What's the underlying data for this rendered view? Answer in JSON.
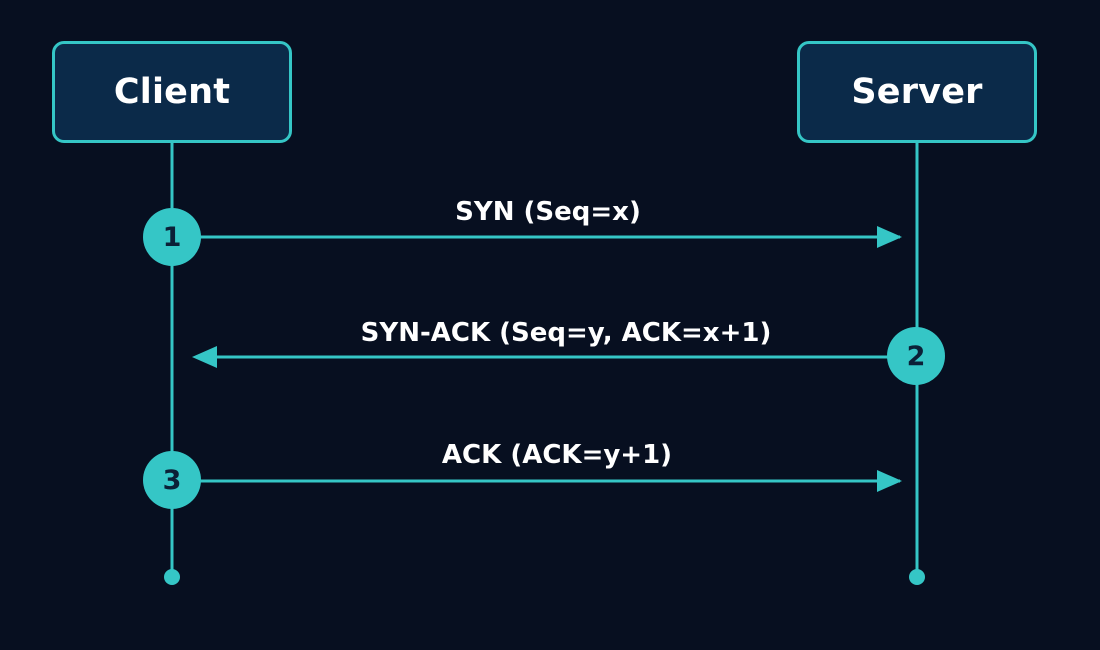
{
  "colors": {
    "background": "#070f20",
    "accent": "#35c6c6",
    "box_fill": "#0b2a49",
    "text": "#ffffff",
    "badge_text": "#0b2037"
  },
  "participants": {
    "client": "Client",
    "server": "Server"
  },
  "messages": [
    {
      "step": "1",
      "label": "SYN (Seq=x)",
      "direction": "client-to-server"
    },
    {
      "step": "2",
      "label": "SYN-ACK (Seq=y, ACK=x+1)",
      "direction": "server-to-client"
    },
    {
      "step": "3",
      "label": "ACK (ACK=y+1)",
      "direction": "client-to-server"
    }
  ]
}
